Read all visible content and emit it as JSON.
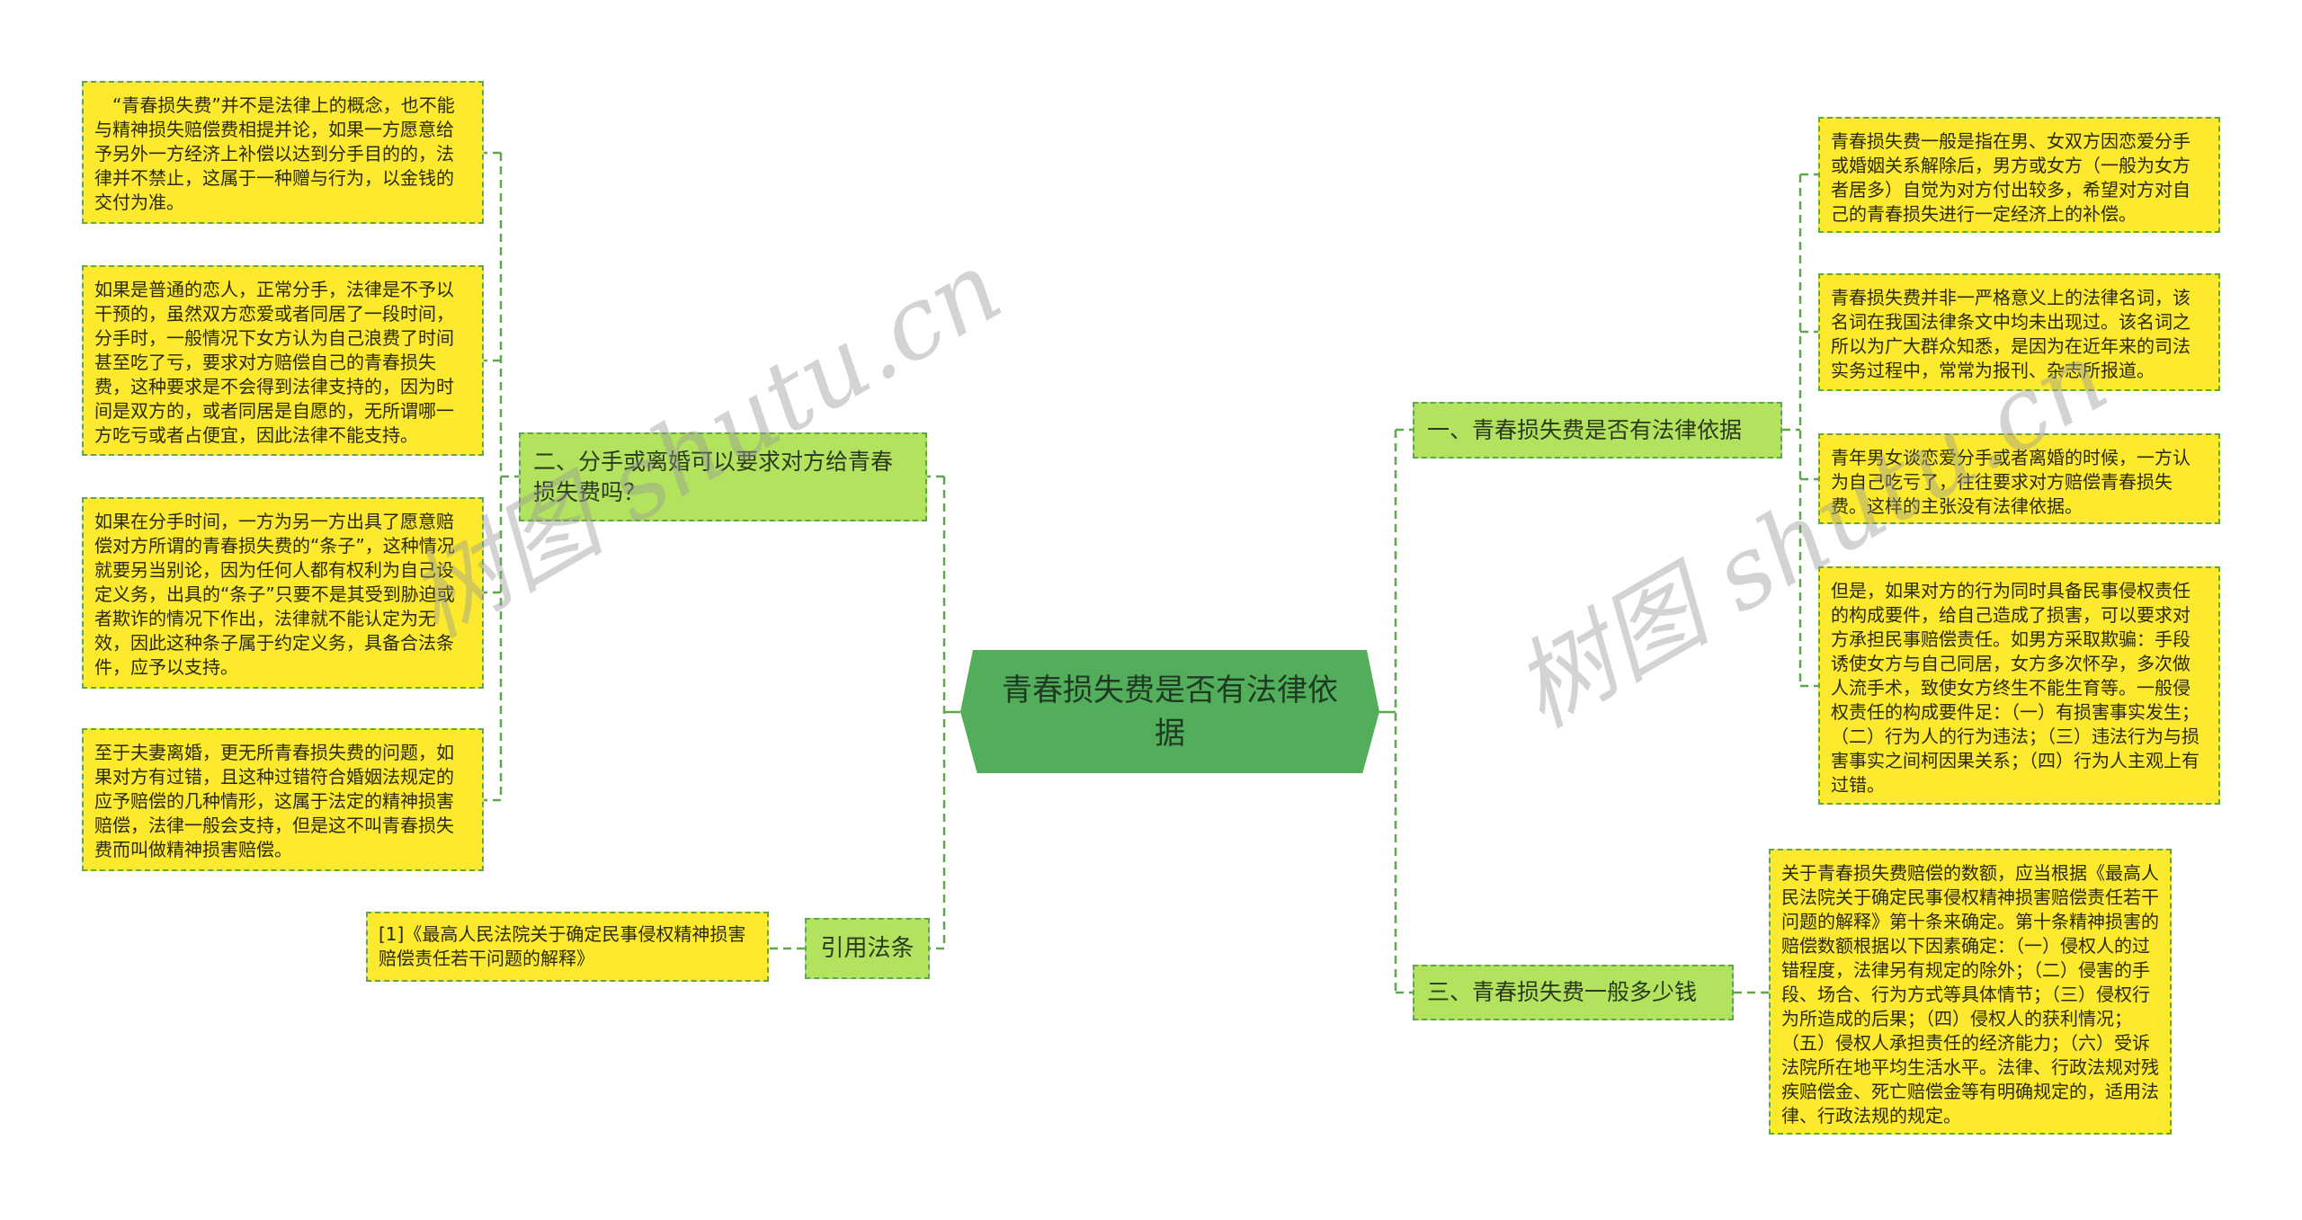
{
  "center": {
    "label": "青春损失费是否有法律依据",
    "color": "#52ae5a"
  },
  "colors": {
    "leaf_fill": "#fdea2e",
    "branch_fill": "#b3e35e",
    "connector": "#5fa84a",
    "background": "#ffffff"
  },
  "branches": {
    "b1": {
      "label": "一、青春损失费是否有法律依据",
      "leaves": [
        "青春损失费一般是指在男、女双方因恋爱分手或婚姻关系解除后，男方或女方（一般为女方者居多）自觉为对方付出较多，希望对方对自己的青春损失进行一定经济上的补偿。",
        "青春损失费并非一严格意义上的法律名词，该名词在我国法律条文中均未出现过。该名词之所以为广大群众知悉，是因为在近年来的司法实务过程中，常常为报刊、杂志所报道。",
        "青年男女谈恋爱分手或者离婚的时候，一方认为自己吃亏了，往往要求对方赔偿青春损失费。这样的主张没有法律依据。",
        "但是，如果对方的行为同时具备民事侵权责任的构成要件，给自己造成了损害，可以要求对方承担民事赔偿责任。如男方采取欺骗：手段诱使女方与自己同居，女方多次怀孕，多次做人流手术，致使女方终生不能生育等。一般侵权责任的构成要件足：（一）有损害事实发生；（二）行为人的行为违法；（三）违法行为与损害事实之间柯因果关系；（四）行为人主观上有过错。"
      ]
    },
    "b2": {
      "label": "二、分手或离婚可以要求对方给青春损失费吗？",
      "leaves": [
        "“青春损失费”并不是法律上的概念，也不能与精神损失赔偿费相提并论，如果一方愿意给予另外一方经济上补偿以达到分手目的的，法律并不禁止，这属于一种赠与行为，以金钱的交付为准。",
        "如果是普通的恋人，正常分手，法律是不予以干预的，虽然双方恋爱或者同居了一段时间，分手时，一般情况下女方认为自己浪费了时间甚至吃了亏，要求对方赔偿自己的青春损失费，这种要求是不会得到法律支持的，因为时间是双方的，或者同居是自愿的，无所谓哪一方吃亏或者占便宜，因此法律不能支持。",
        "如果在分手时间，一方为另一方出具了愿意赔偿对方所谓的青春损失费的“条子”，这种情况就要另当别论，因为任何人都有权利为自己设定义务，出具的“条子”只要不是其受到胁迫或者欺诈的情况下作出，法律就不能认定为无效，因此这种条子属于约定义务，具备合法条件，应予以支持。",
        "至于夫妻离婚，更无所青春损失费的问题，如果对方有过错，且这种过错符合婚姻法规定的应予赔偿的几种情形，这属于法定的精神损害赔偿，法律一般会支持，但是这不叫青春损失费而叫做精神损害赔偿。"
      ]
    },
    "b3": {
      "label": "三、青春损失费一般多少钱",
      "leaves": [
        "关于青春损失费赔偿的数额，应当根据《最高人民法院关于确定民事侵权精神损害赔偿责任若干问题的解释》第十条来确定。第十条精神损害的赔偿数额根据以下因素确定：（一）侵权人的过错程度，法律另有规定的除外；（二）侵害的手段、场合、行为方式等具体情节；（三）侵权行为所造成的后果；（四）侵权人的获利情况；（五）侵权人承担责任的经济能力；（六）受诉法院所在地平均生活水平。法律、行政法规对残疾赔偿金、死亡赔偿金等有明确规定的，适用法律、行政法规的规定。"
      ]
    },
    "b4": {
      "label": "引用法条",
      "leaves": [
        "[1]《最高人民法院关于确定民事侵权精神损害赔偿责任若干问题的解释》"
      ]
    }
  },
  "watermarks": [
    "树图 shutu.cn",
    "树图 shutu.cn"
  ]
}
